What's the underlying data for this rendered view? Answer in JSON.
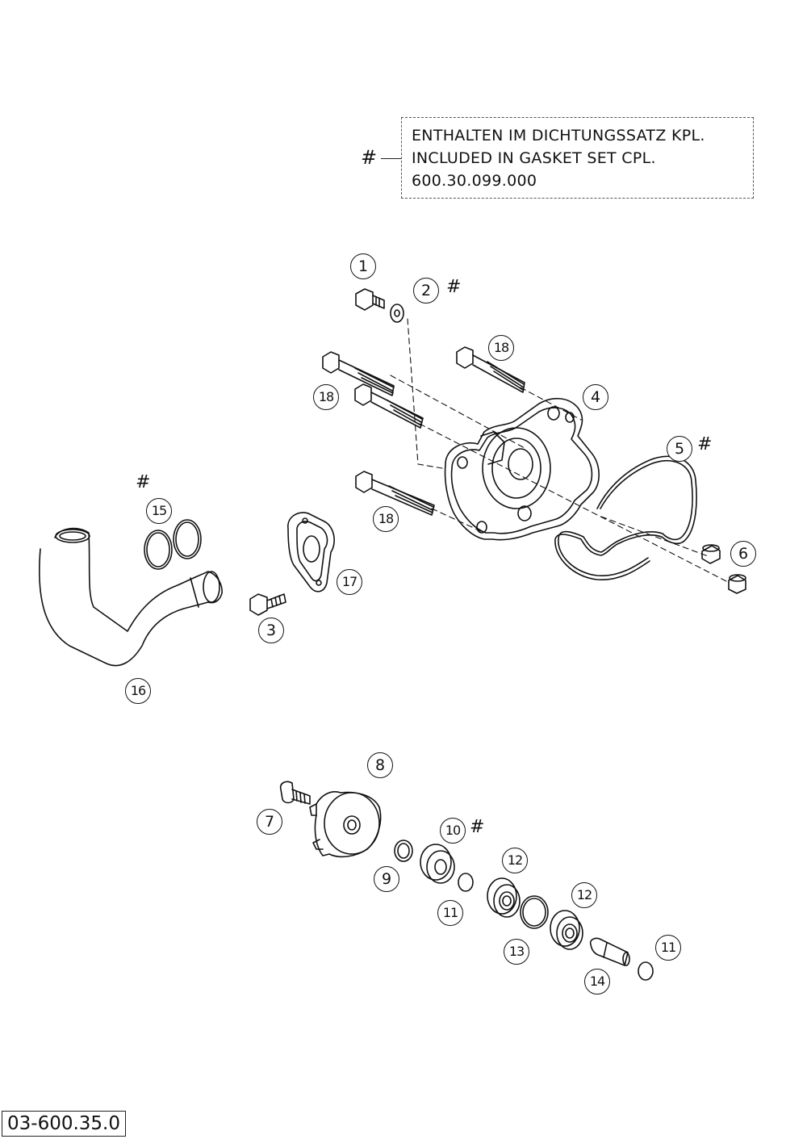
{
  "legend": {
    "symbol": "#",
    "lines": [
      "ENTHALTEN IM DICHTUNGSSATZ KPL.",
      "INCLUDED IN GASKET SET CPL.",
      "600.30.099.000"
    ]
  },
  "callouts": [
    "1",
    "2",
    "3",
    "4",
    "5",
    "6",
    "7",
    "8",
    "9",
    "10",
    "11",
    "12",
    "13",
    "14",
    "15",
    "16",
    "17",
    "18"
  ],
  "marked_symbol": "#",
  "drawing_number": "03-600.35.0"
}
